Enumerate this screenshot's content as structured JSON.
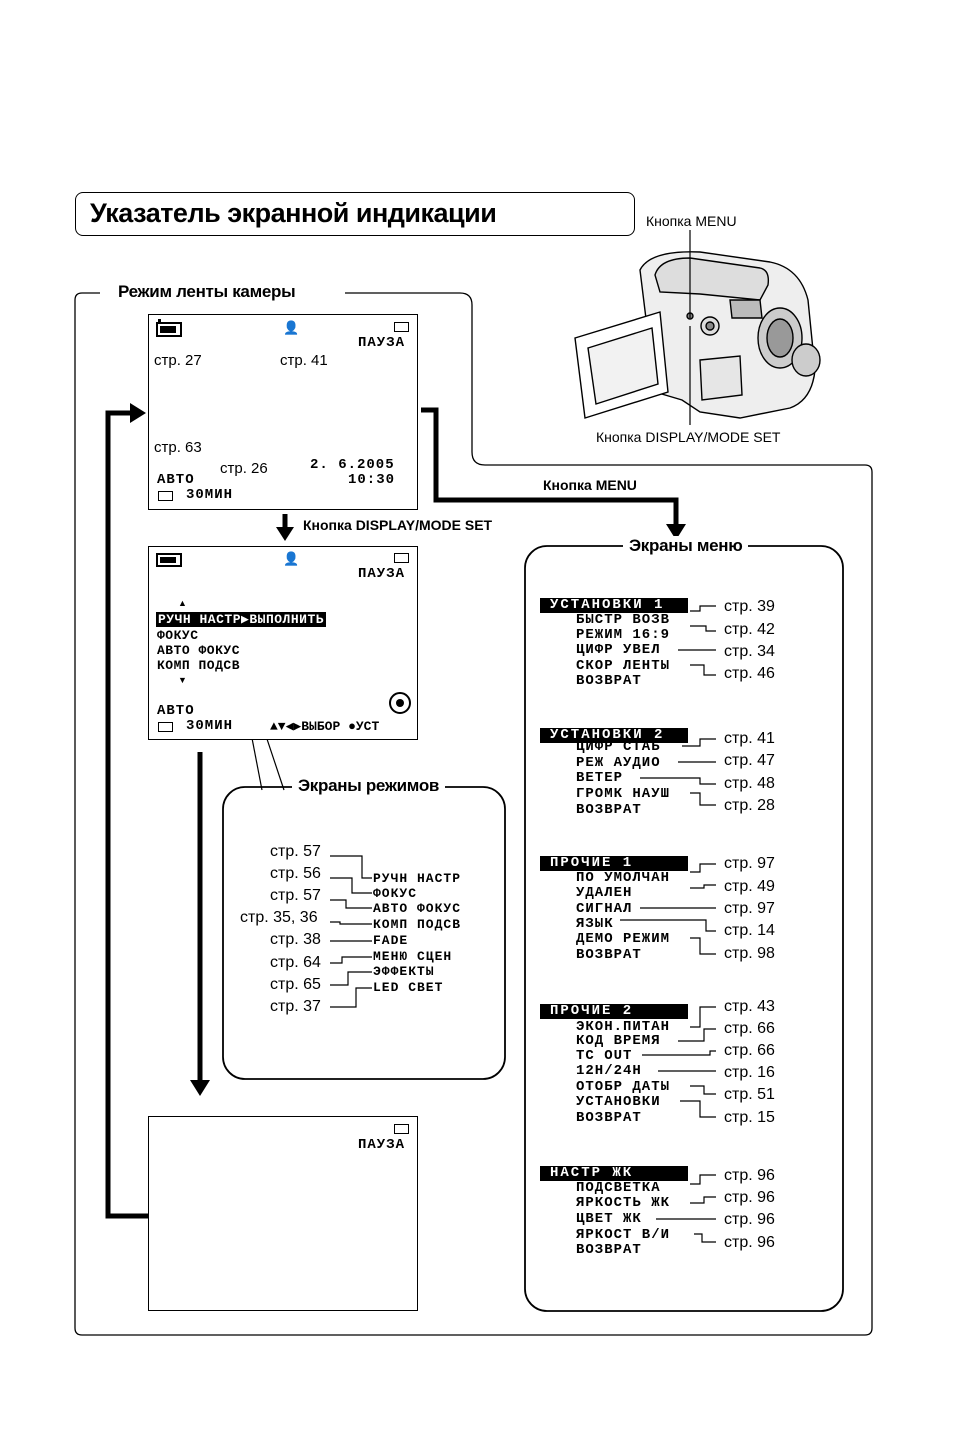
{
  "title": "Указатель экранной индикации",
  "camera_labels": {
    "menu_button": "Кнопка MENU",
    "display_button": "Кнопка DISPLAY/MODE SET"
  },
  "section_title": "Режим ленты камеры",
  "screen1": {
    "pause": "ПАУЗА",
    "ref_battery": "стр. 27",
    "ref_person": "стр. 41",
    "ref_auto": "стр. 63",
    "ref_time": "стр. 26",
    "date": "2. 6.2005",
    "time": "10:30",
    "auto": "АВТО",
    "remaining": "30МИН"
  },
  "arrow_labels": {
    "display": "Кнопка DISPLAY/MODE SET",
    "menu": "Кнопка MENU"
  },
  "screen2": {
    "pause": "ПАУЗА",
    "highlight": "РУЧН НАСТР▶ВЫПОЛНИТЬ",
    "items": [
      "ФОКУС",
      "АВТО ФОКУС",
      "КОМП ПОДСВ"
    ],
    "auto": "АВТО",
    "remaining": "30МИН",
    "nav": "▲▼◀▶ВЫБОР ●УСТ"
  },
  "mode_screens": {
    "title": "Экраны режимов",
    "refs": [
      "стр. 57",
      "стр. 56",
      "стр. 57",
      "стр. 35, 36",
      "стр. 38",
      "стр. 64",
      "стр. 65",
      "стр. 37"
    ],
    "items": [
      "РУЧН НАСТР",
      "ФОКУС",
      "АВТО ФОКУС",
      "КОМП ПОДСВ",
      "FADE",
      "МЕНЮ СЦЕН",
      "ЭФФЕКТЫ",
      "LED СВЕТ"
    ]
  },
  "screen3": {
    "pause": "ПАУЗА"
  },
  "menu_screens": {
    "title": "Экраны меню",
    "groups": [
      {
        "header": "УСТАНОВКИ 1",
        "items": [
          "БЫСТР ВОЗВ",
          "РЕЖИМ 16:9",
          "ЦИФР УВЕЛ",
          "СКОР ЛЕНТЫ",
          "ВОЗВРАТ"
        ],
        "refs": [
          "стр. 39",
          "стр. 42",
          "стр. 34",
          "стр. 46"
        ]
      },
      {
        "header": "УСТАНОВКИ 2",
        "items": [
          "ЦИФР СТАБ",
          "РЕЖ АУДИО",
          "ВЕТЕР",
          "ГРОМК НАУШ",
          "ВОЗВРАТ"
        ],
        "refs": [
          "стр. 41",
          "стр. 47",
          "стр. 48",
          "стр. 28"
        ]
      },
      {
        "header": "ПРОЧИЕ 1",
        "items": [
          "ПО УМОЛЧАН",
          "УДАЛЕН",
          "СИГНАЛ",
          "ЯЗЫК",
          "ДЕМО РЕЖИМ",
          "ВОЗВРАТ"
        ],
        "refs": [
          "стр. 97",
          "стр. 49",
          "стр. 97",
          "стр. 14",
          "стр. 98"
        ]
      },
      {
        "header": "ПРОЧИЕ 2",
        "items": [
          "ЭКОН.ПИТАН",
          "КОД ВРЕМЯ",
          "TC OUT",
          "12H/24H",
          "ОТОБР ДАТЫ",
          "УСТАНОВКИ",
          "ВОЗВРАТ"
        ],
        "refs": [
          "стр. 43",
          "стр. 66",
          "стр. 66",
          "стр. 16",
          "стр. 51",
          "стр. 15"
        ]
      },
      {
        "header": "НАСТР ЖК",
        "items": [
          "ПОДСВЕТКА",
          "ЯРКОСТЬ ЖК",
          "ЦВЕТ ЖК",
          "ЯРКОСТ В/И",
          "ВОЗВРАТ"
        ],
        "refs": [
          "стр. 96",
          "стр. 96",
          "стр. 96",
          "стр. 96"
        ]
      }
    ]
  }
}
